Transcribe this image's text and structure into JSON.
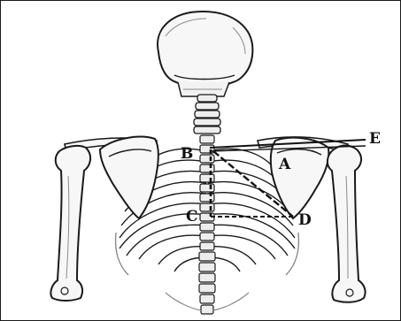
{
  "figure": {
    "labels": {
      "a": "A",
      "b": "B",
      "c": "C",
      "d": "D",
      "e": "E"
    },
    "colors": {
      "ink": "#1a1a1a",
      "bone_fill": "#f7f7f7",
      "shade": "#8a8a8a",
      "background": "#ffffff"
    },
    "icons": [
      "skull",
      "spine",
      "rib-cage",
      "scapula",
      "humerus"
    ]
  }
}
